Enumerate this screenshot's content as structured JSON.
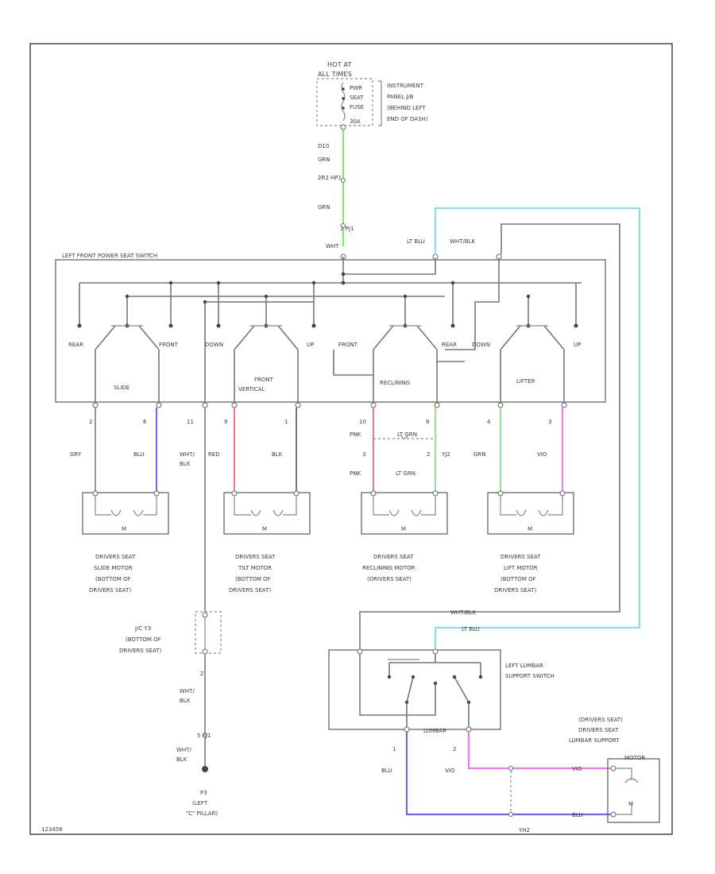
{
  "colors": {
    "green": "#7de86a",
    "cyan": "#7fe3ef",
    "blue": "#6a6af0",
    "red": "#f07a84",
    "magenta": "#f07af0",
    "lightgreen": "#8ee88a",
    "gray": "#8a8a8a"
  },
  "power": {
    "hot_at": "HOT AT",
    "all_times": "ALL TIMES",
    "fuse_lines": [
      "PWR",
      "SEAT",
      "FUSE",
      "30A"
    ],
    "location_lines": [
      "INSTRUMENT",
      "PANEL J/B",
      "(BEHIND LEFT",
      "END OF DASH)"
    ],
    "pin_top": "D10",
    "wire_grn_1": "GRN",
    "connector_mid": "2R2 HP1",
    "wire_grn_2": "GRN",
    "connector_bot": "1 PJ1"
  },
  "switch": {
    "title": "LEFT FRONT POWER SEAT SWITCH",
    "wire_wht": "WHT",
    "wire_ltblu": "LT BLU",
    "wire_whtblk": "WHT/BLK",
    "slide": {
      "name": "SLIDE",
      "a": "REAR",
      "b": "FRONT"
    },
    "vertical": {
      "name1": "FRONT",
      "name2": "VERTICAL",
      "a": "DOWN",
      "b": "UP"
    },
    "reclining": {
      "name": "RECLINING",
      "a": "FRONT",
      "b": "REAR"
    },
    "lifter": {
      "name": "LIFTER",
      "a": "DOWN",
      "b": "UP"
    }
  },
  "harness": {
    "slide_pin_a": "2",
    "slide_wire_a": "GRY",
    "slide_pin_b": "6",
    "slide_wire_b": "BLU",
    "ground_pin": "11",
    "ground_wire_1": "WHT/",
    "ground_wire_2": "BLK",
    "tilt_pin_a": "9",
    "tilt_wire_a": "RED",
    "tilt_pin_b": "1",
    "tilt_wire_b": "BLK",
    "recl_pin_a": "10",
    "recl_wire_a": "PNK",
    "recl_pin_b": "8",
    "recl_wire_b": "LT GRN",
    "recl_pin_c": "3",
    "recl_wire_c": "PNK",
    "recl_pin_d": "2",
    "recl_wire_d": "LT GRN",
    "recl_conn": "YJ2",
    "lift_pin_a": "4",
    "lift_wire_a": "GRN",
    "lift_pin_b": "3",
    "lift_wire_b": "VIO"
  },
  "motors": [
    {
      "lines": [
        "DRIVERS SEAT",
        "SLIDE MOTOR",
        "(BOTTOM OF",
        "DRIVERS SEAT)"
      ]
    },
    {
      "lines": [
        "DRIVERS SEAT",
        "TILT MOTOR",
        "(BOTTOM OF",
        "DRIVERS SEAT)"
      ]
    },
    {
      "lines": [
        "DRIVERS SEAT",
        "RECLINING MOTOR",
        "(DRIVERS SEAT)"
      ]
    },
    {
      "lines": [
        "DRIVERS SEAT",
        "LIFT MOTOR",
        "(BOTTOM OF",
        "DRIVERS SEAT)"
      ]
    }
  ],
  "motor_symbol": "M",
  "ground": {
    "jc_lines": [
      "J/C Y3",
      "(BOTTOM OF",
      "DRIVERS SEAT)"
    ],
    "pin_a": "2",
    "wire_a_1": "WHT/",
    "wire_a_2": "BLK",
    "connector": "5 PJ1",
    "wire_b_1": "WHT/",
    "wire_b_2": "BLK",
    "point_lines": [
      "P3",
      "(LEFT",
      "\"C\" PILLAR)"
    ]
  },
  "lumbar": {
    "wire_whtblk": "WHT/BLK",
    "wire_ltblu": "LT BLU",
    "switch_lines": [
      "LEFT LUMBAR",
      "SUPPORT SWITCH"
    ],
    "inner_label": "LUMBAR",
    "pin_1": "1",
    "wire_blu": "BLU",
    "pin_2": "2",
    "wire_vio": "VIO",
    "motor_lines": [
      "(DRIVERS SEAT)",
      "DRIVERS SEAT",
      "LUMBAR SUPPORT",
      "MOTOR"
    ],
    "wire_vio_right": "VIO",
    "wire_blu_right": "BLU",
    "conn_label": "YH2"
  },
  "footer": {
    "code": "123456"
  }
}
